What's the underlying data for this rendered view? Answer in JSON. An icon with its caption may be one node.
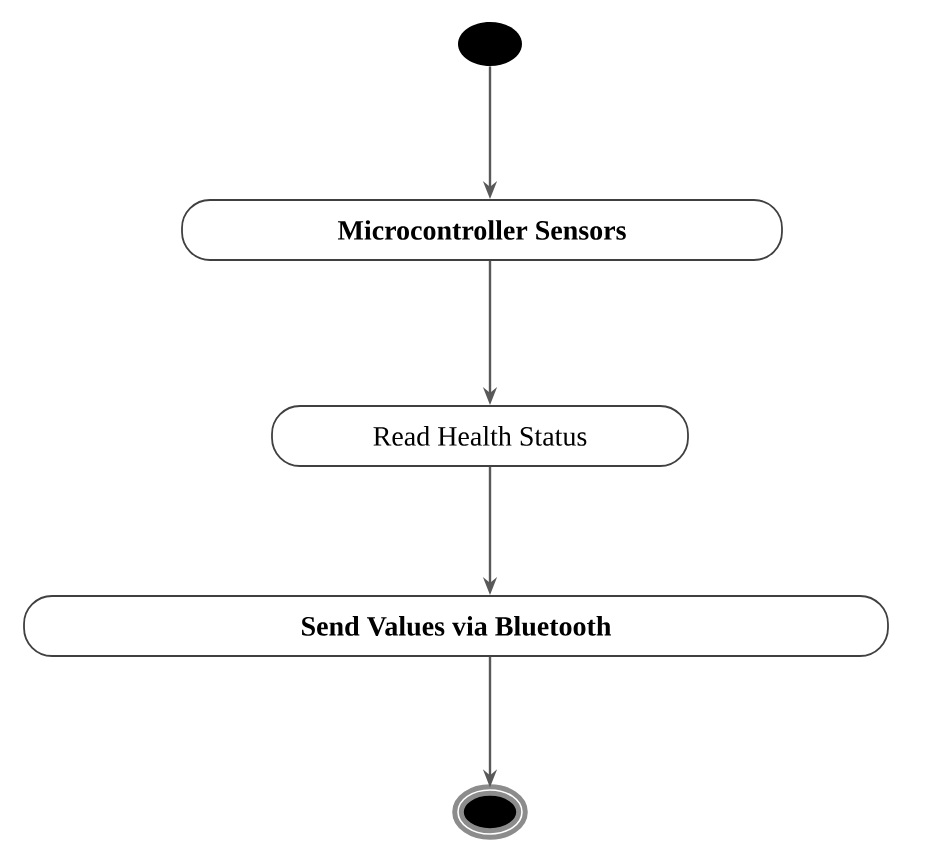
{
  "diagram": {
    "nodes": [
      {
        "text": [],
        "shape": "circle"
      },
      {
        "text": [
          "Microcontroller Sensors"
        ]
      },
      {
        "text": [
          "Read Health Status"
        ]
      },
      {
        "text": [
          "Send Values via Bluetooth"
        ]
      },
      {
        "text": [],
        "shape": "circle"
      }
    ],
    "edges": [
      {
        "from": 0,
        "to": 1,
        "arrow": "to"
      },
      {
        "from": 1,
        "to": 2,
        "arrow": "to"
      },
      {
        "from": 2,
        "to": 3,
        "arrow": "to"
      },
      {
        "from": 3,
        "to": 4,
        "arrow": "to"
      }
    ]
  }
}
